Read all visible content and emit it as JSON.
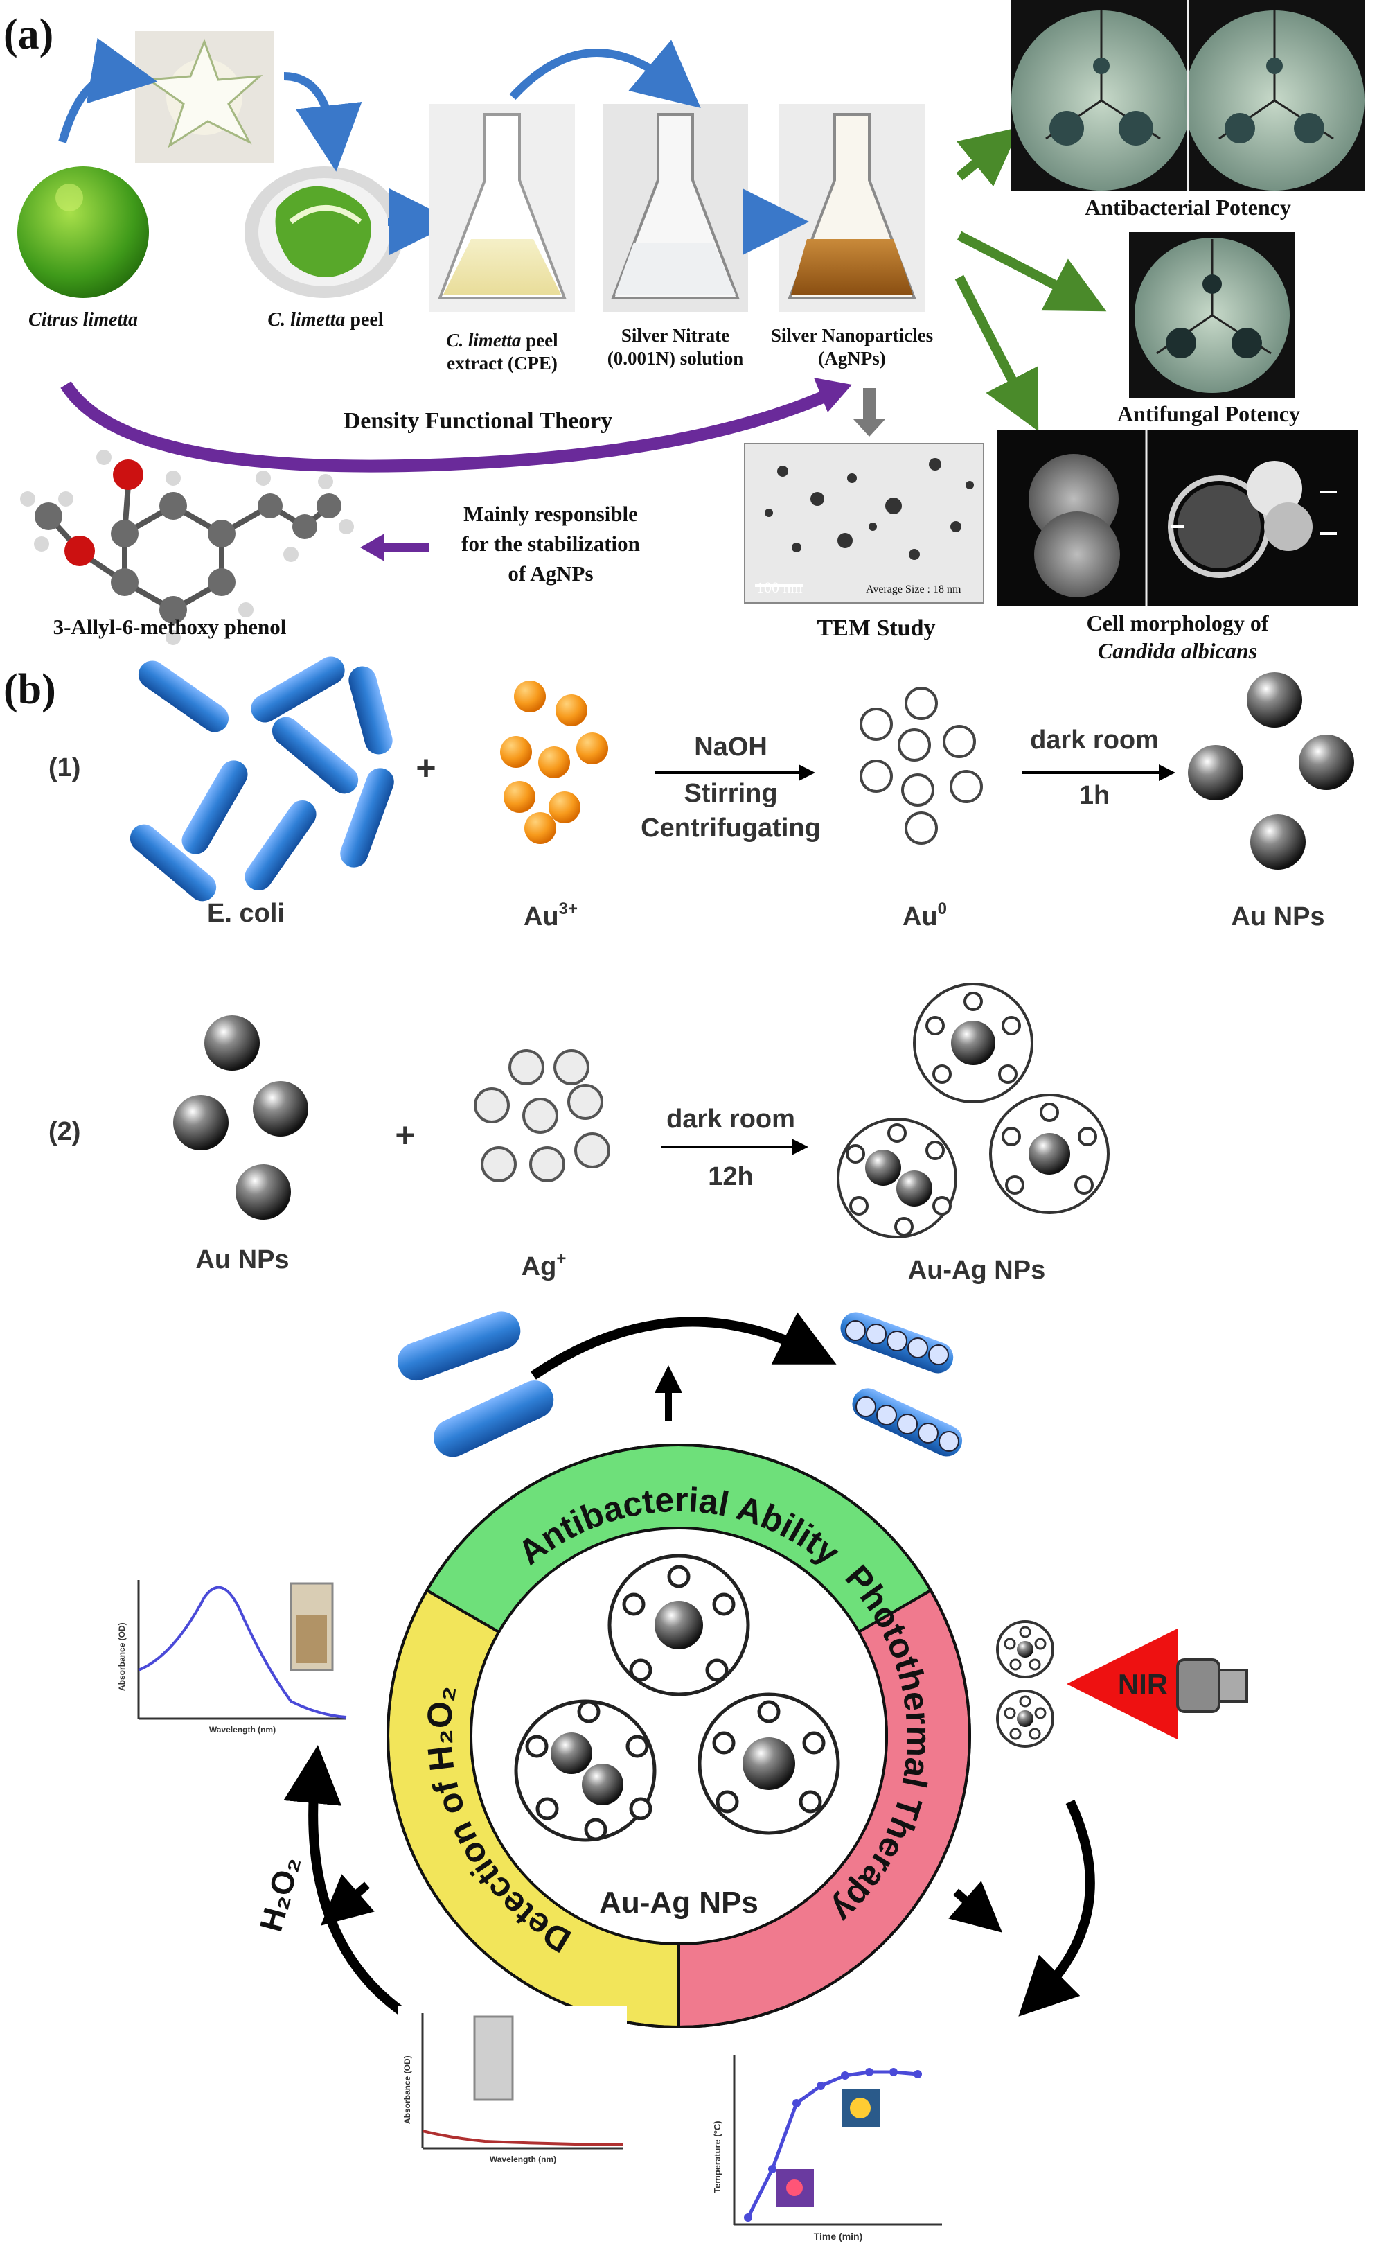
{
  "panel_a": {
    "label": "(a)",
    "citrus_label": "Citrus limetta",
    "peel_label_italic": "C. limetta",
    "peel_label_rest": " peel",
    "cpe_label_line1_italic": "C. limetta",
    "cpe_label_line1_rest": " peel",
    "cpe_label_line2": "extract (CPE)",
    "silver_nitrate_line1": "Silver Nitrate",
    "silver_nitrate_line2": "(0.001N) solution",
    "agnp_line1": "Silver Nanoparticles",
    "agnp_line2": "(AgNPs)",
    "dft_label": "Density Functional Theory",
    "stabilization_line1": "Mainly responsible",
    "stabilization_line2": "for the stabilization",
    "stabilization_line3": "of AgNPs",
    "molecule_label": "3-Allyl-6-methoxy phenol",
    "tem_scale": "100 nm",
    "tem_avg": "Average Size : 18 nm",
    "tem_label": "TEM Study",
    "antibacterial_label": "Antibacterial Potency",
    "antifungal_label": "Antifungal Potency",
    "cell_line1": "Cell morphology of",
    "cell_line2": "Candida albicans"
  },
  "panel_b": {
    "label": "(b)",
    "step1": "(1)",
    "step2": "(2)",
    "plus": "+",
    "ecoli": "E. coli",
    "au3": "Au",
    "au3_sup": "3+",
    "naoh": "NaOH",
    "stirring": "Stirring",
    "centrifugating": "Centrifugating",
    "au0": "Au",
    "au0_sup": "0",
    "dark_room_1": "dark room",
    "time_1": "1h",
    "au_nps_1": "Au NPs",
    "au_nps_2": "Au NPs",
    "ag": "Ag",
    "ag_sup": "+",
    "dark_room_2": "dark room",
    "time_2": "12h",
    "au_ag_nps": "Au-Ag NPs"
  },
  "cycle": {
    "center_label": "Au-Ag NPs",
    "antibacterial": "Antibacterial Ability",
    "photothermal": "Photothermal Therapy",
    "detection": "Detection of H₂O₂",
    "h2o2": "H₂O₂",
    "nir": "NIR",
    "colors": {
      "antibacterial": "#6ee07a",
      "photothermal": "#f07a8e",
      "detection": "#f2e55a",
      "nir": "#ee1111",
      "bacteria": "#2f7fd6",
      "spectrum": "#4a4ad8"
    },
    "abs_plot_top": {
      "ylabel": "Absorbance (OD)",
      "xlabel": "Wavelength (nm)"
    },
    "abs_plot_bottom": {
      "ylabel": "Absorbance (OD)",
      "xlabel": "Wavelength (nm)"
    },
    "temp_plot": {
      "ylabel": "Temperature (°C)",
      "xlabel": "Time (min)"
    }
  }
}
